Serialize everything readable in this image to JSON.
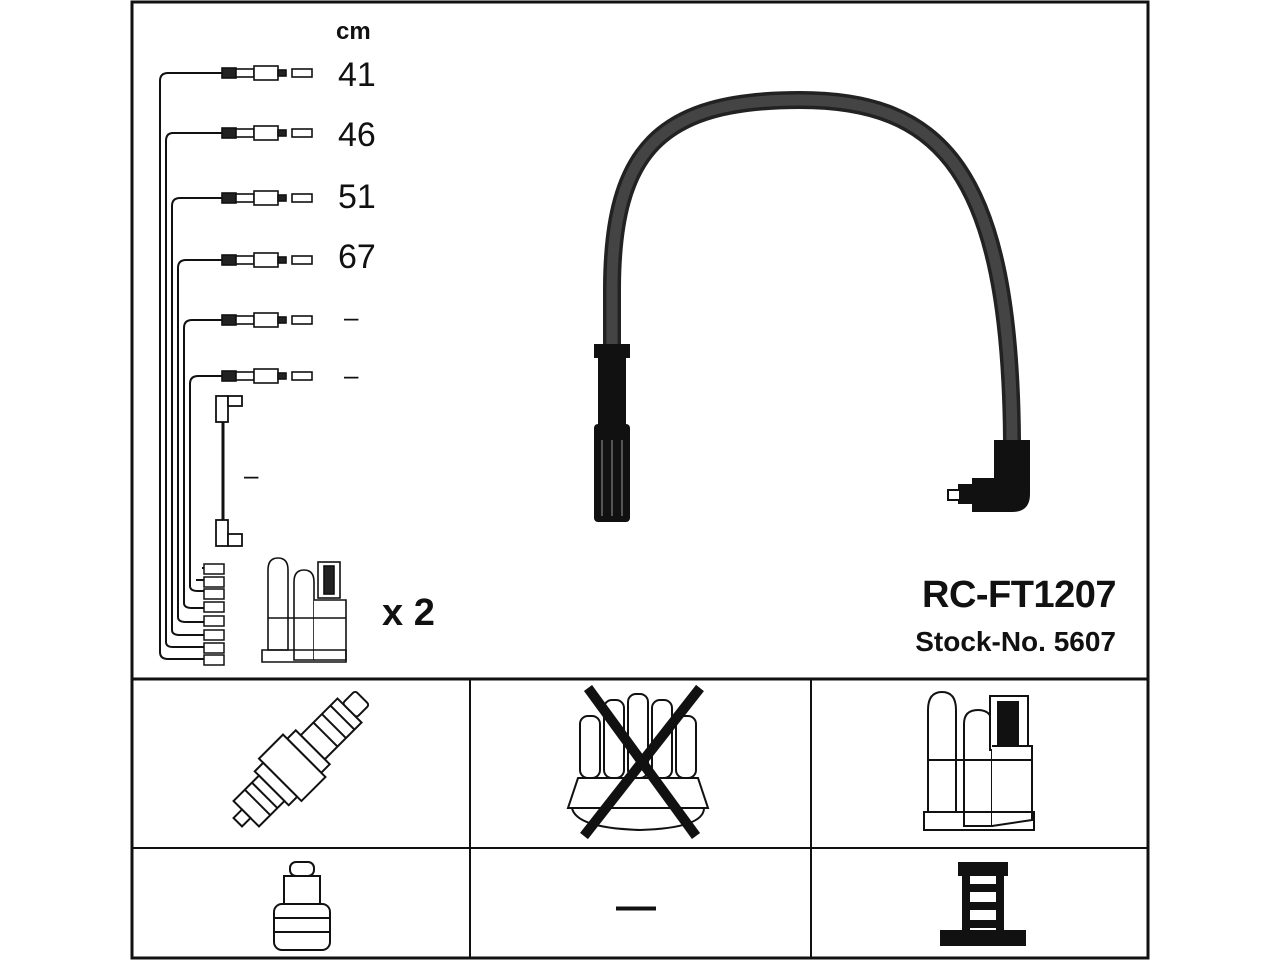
{
  "header": {
    "unit": "cm"
  },
  "cables": [
    {
      "length": "41"
    },
    {
      "length": "46"
    },
    {
      "length": "51"
    },
    {
      "length": "67"
    },
    {
      "length": "–"
    },
    {
      "length": "–"
    }
  ],
  "extra_cable": {
    "length": "–"
  },
  "coil": {
    "multiplier": "x 2"
  },
  "product": {
    "model": "RC-FT1207",
    "stock_number": "Stock-No. 5607"
  },
  "grid": {
    "distributor_cap_excluded": true,
    "cap_connector_type": "—"
  }
}
